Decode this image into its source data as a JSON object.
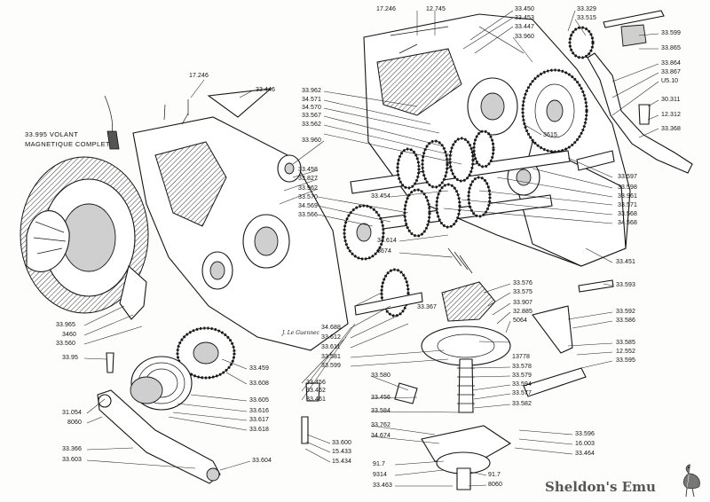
{
  "caption": {
    "line1": "33.995  VOLANT",
    "line2": "MAGNETIQUE COMPLET"
  },
  "watermark": "Sheldon's Emu",
  "signature": "J. Le Guennec",
  "labels": {
    "l01": "17.246",
    "l02": "12.745",
    "l03": "33.450",
    "l04": "33.453",
    "l05": "33.447",
    "l06": "33.960",
    "l07": "33.329",
    "l08": "33.515",
    "l09": "33.599",
    "l10": "33.865",
    "l11": "33.864",
    "l12": "33.867",
    "l13": "U5.10",
    "l14": "30.311",
    "l15": "12.312",
    "l16": "33.368",
    "l17": "17.246",
    "l18": "33.446",
    "l19": "33.962",
    "l20": "34.571",
    "l21": "34.570",
    "l22": "33.567",
    "l23": "33.562",
    "l24": "33.960",
    "l25": "3615",
    "l26": "33.597",
    "l27": "33.598",
    "l28": "33.961",
    "l29": "33.571",
    "l30": "33.568",
    "l31": "34.568",
    "l32": "33.458",
    "l33": "33.827",
    "l34": "33.962",
    "l35": "33.570",
    "l36": "34.569",
    "l37": "33.566",
    "l38": "33.454",
    "l39": "33.614",
    "l40": "3674",
    "l41": "33.451",
    "l42": "33.593",
    "l43": "33.576",
    "l44": "33.575",
    "l45": "33.907",
    "l46": "32.885",
    "l47": "5064",
    "l48": "33.592",
    "l49": "33.586",
    "l50": "33.965",
    "l51": "3460",
    "l52": "33.560",
    "l53": "33.95",
    "l54": "33.459",
    "l55": "33.608",
    "l56": "33.605",
    "l57": "33.616",
    "l58": "33.617",
    "l59": "33.618",
    "l60": "33.456",
    "l61": "33.462",
    "l62": "33.461",
    "l63": "33.367",
    "l64": "34.688",
    "l65": "33.612",
    "l66": "33.611",
    "l67": "33.581",
    "l68": "33.599",
    "l69": "13778",
    "l70": "33.578",
    "l71": "33.579",
    "l72": "33.594",
    "l73": "33.577",
    "l74": "33.582",
    "l75": "33.585",
    "l76": "12.552",
    "l77": "33.595",
    "l78": "33.580",
    "l79": "33.456",
    "l80": "33.584",
    "l81": "33.762",
    "l82": "34.674",
    "l83": "33.596",
    "l84": "16.003",
    "l85": "33.464",
    "l86": "31.054",
    "l87": "8060",
    "l88": "33.366",
    "l89": "33.603",
    "l90": "33.604",
    "l91": "33.600",
    "l92": "15.433",
    "l93": "15.434",
    "l94": "91.7",
    "l95": "9314",
    "l96": "33.463",
    "l97": "91.7",
    "l98": "8060"
  }
}
